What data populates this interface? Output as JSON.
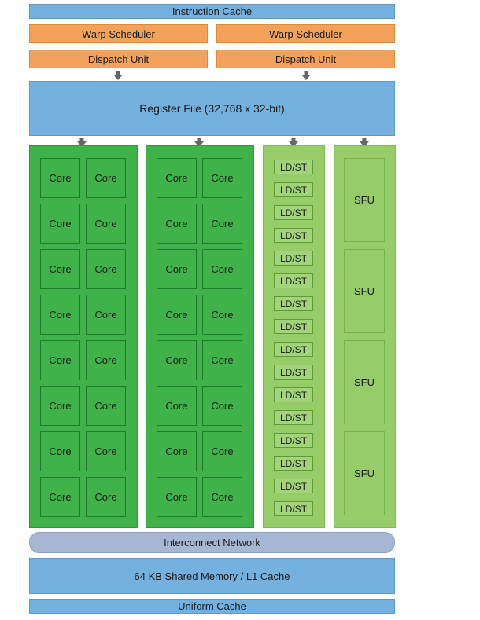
{
  "instruction_cache": "Instruction Cache",
  "warp_schedulers": [
    "Warp Scheduler",
    "Warp Scheduler"
  ],
  "dispatch_units": [
    "Dispatch Unit",
    "Dispatch Unit"
  ],
  "register_file": "Register File (32,768 x 32-bit)",
  "core_label": "Core",
  "ldst_label": "LD/ST",
  "sfu_label": "SFU",
  "core_rows": 8,
  "core_cols_per_block": 2,
  "core_blocks": 2,
  "ldst_count": 16,
  "sfu_count": 4,
  "interconnect": "Interconnect Network",
  "shared_memory": "64 KB Shared Memory / L1 Cache",
  "uniform_cache": "Uniform Cache",
  "colors": {
    "cache_blue": "#75b1df",
    "scheduler_orange": "#f3a25a",
    "core_green": "#3fb24a",
    "unit_light_green": "#96cd69",
    "network_gray_blue": "#a5b7d3",
    "arrow_gray": "#666666"
  }
}
